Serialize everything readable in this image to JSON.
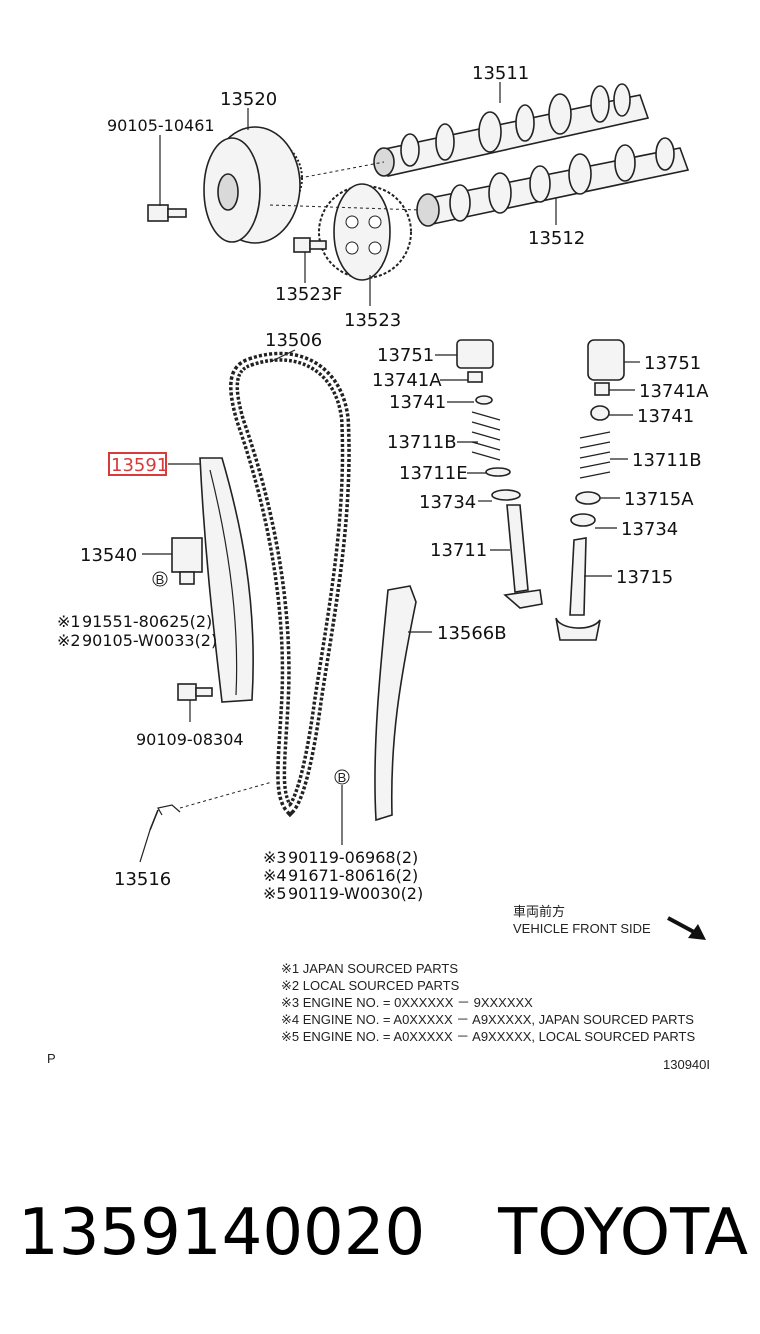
{
  "parts": {
    "p13511": "13511",
    "p13520": "13520",
    "p90105_10461": "90105-10461",
    "p13512": "13512",
    "p13523F": "13523F",
    "p13523": "13523",
    "p13506": "13506",
    "p13591": "13591",
    "p13540": "13540",
    "p91551": "91551-80625(2)",
    "p90105_W0033": "90105-W0033(2)",
    "p90109": "90109-08304",
    "p13516": "13516",
    "p90119_06968": "90119-06968(2)",
    "p91671": "91671-80616(2)",
    "p90119_W0030": "90119-W0030(2)",
    "p13566B": "13566B",
    "left_13751": "13751",
    "left_13741A": "13741A",
    "left_13741": "13741",
    "left_13711B": "13711B",
    "left_13711E": "13711E",
    "left_13734": "13734",
    "left_13711": "13711",
    "right_13751": "13751",
    "right_13741A": "13741A",
    "right_13741": "13741",
    "right_13711B": "13711B",
    "right_13715A": "13715A",
    "right_13734": "13734",
    "right_13715": "13715"
  },
  "markers": {
    "m1": "※1",
    "m2": "※2",
    "m3": "※3",
    "m4": "※4",
    "m5": "※5",
    "b_left": "B",
    "b_right": "B"
  },
  "front": {
    "jp": "車両前方",
    "en": "VEHICLE FRONT SIDE"
  },
  "notes": [
    "※1 JAPAN SOURCED PARTS",
    "※2 LOCAL SOURCED PARTS",
    "※3 ENGINE NO. = 0XXXXXX － 9XXXXXX",
    "※4 ENGINE NO. = A0XXXXX － A9XXXXX, JAPAN SOURCED PARTS",
    "※5 ENGINE NO. = A0XXXXX － A9XXXXX, LOCAL SOURCED PARTS"
  ],
  "corner_left": "P",
  "corner_right": "130940I",
  "footer": {
    "part_number": "1359140020",
    "brand": "TOYOTA"
  },
  "colors": {
    "highlight": "#d93a3a"
  }
}
